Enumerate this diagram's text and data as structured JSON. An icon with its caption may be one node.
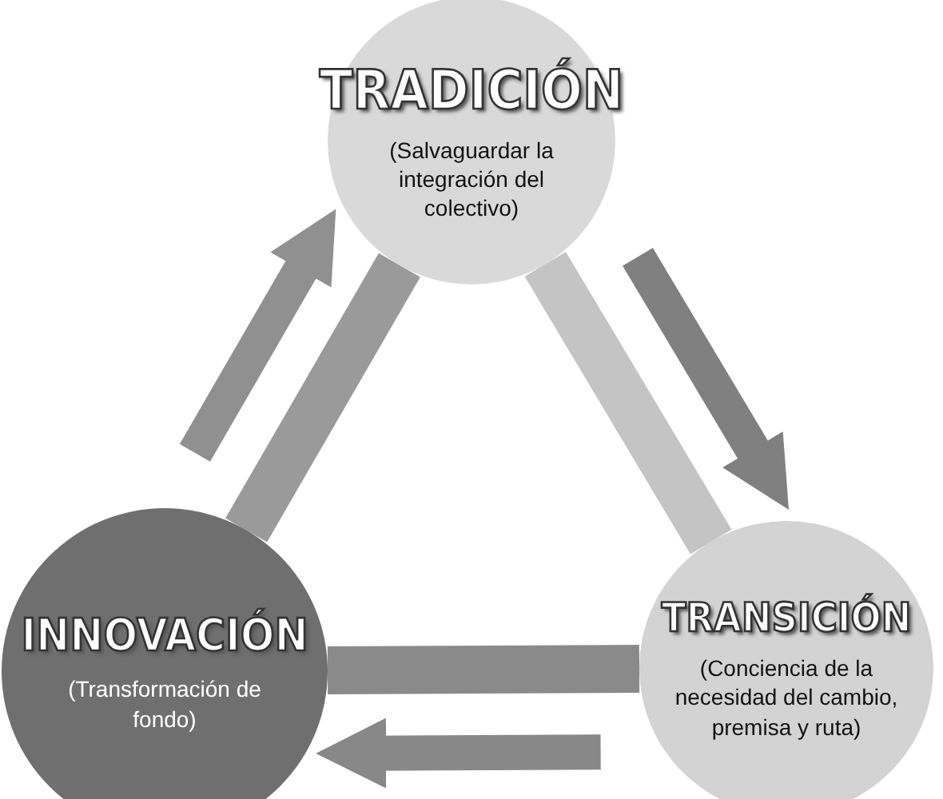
{
  "diagram": {
    "nodes": [
      {
        "text": [
          "TRADICIÓN",
          "(Salvaguardar la integración del colectivo)"
        ]
      },
      {
        "text": [
          "TRANSICIÓN",
          "(Conciencia de la necesidad del cambio, premisa y ruta)"
        ]
      },
      {
        "text": [
          "INNOVACIÓN",
          "(Transformación de fondo)"
        ]
      }
    ],
    "edges": [
      {
        "from": 0,
        "to": 1,
        "arrow": "none",
        "color": "#c4c4c4"
      },
      {
        "from": 1,
        "to": 2,
        "arrow": "none",
        "color": "#8a8a8a"
      },
      {
        "from": 2,
        "to": 0,
        "arrow": "none",
        "color": "#9a9a9a"
      },
      {
        "from": 2,
        "to": 0,
        "arrow": "to",
        "color": "#909090"
      },
      {
        "from": 0,
        "to": 1,
        "arrow": "to",
        "color": "#808080"
      },
      {
        "from": 1,
        "to": 2,
        "arrow": "to",
        "color": "#888888"
      }
    ]
  }
}
